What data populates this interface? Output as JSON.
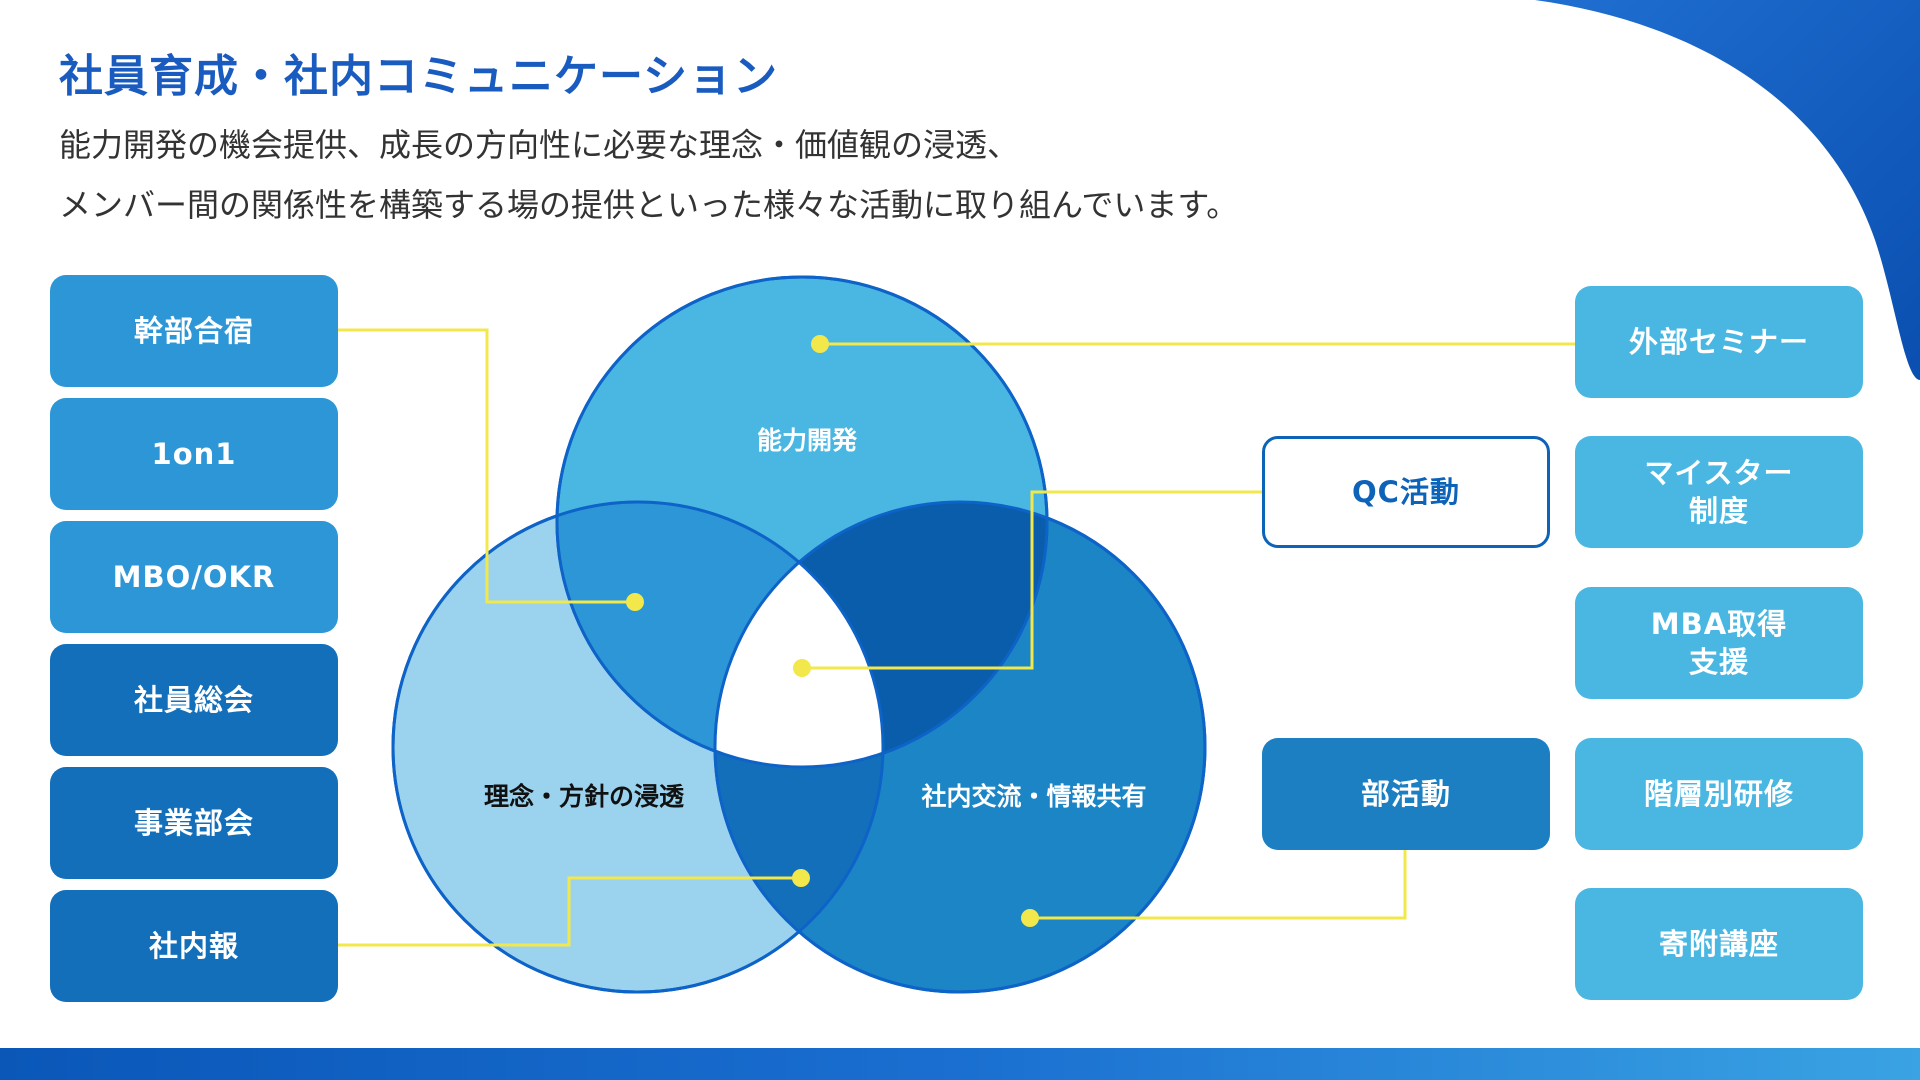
{
  "header": {
    "title": "社員育成・社内コミュニケーション",
    "line1": "能力開発の機会提供、成長の方向性に必要な理念・価値観の浸透、",
    "line2": "メンバー間の関係性を構築する場の提供といった様々な活動に取り組んでいます。"
  },
  "colors": {
    "accent": "#1a5bbf",
    "connector": "#f2e74b",
    "circle_ability": "#4ab7e3",
    "circle_philosophy": "#9bd3ef",
    "circle_exchange": "#1b85c6"
  },
  "venn": {
    "ability": "能力開発",
    "philosophy": "理念・方針の浸透",
    "exchange": "社内交流・情報共有"
  },
  "left_items": [
    "幹部合宿",
    "1on1",
    "MBO/OKR",
    "社員総会",
    "事業部会",
    "社内報"
  ],
  "middle_items": {
    "qc": "QC活動",
    "club": "部活動"
  },
  "right_items": [
    "外部セミナー",
    "マイスター\n制度",
    "MBA取得\n支援",
    "階層別研修",
    "寄附講座"
  ]
}
